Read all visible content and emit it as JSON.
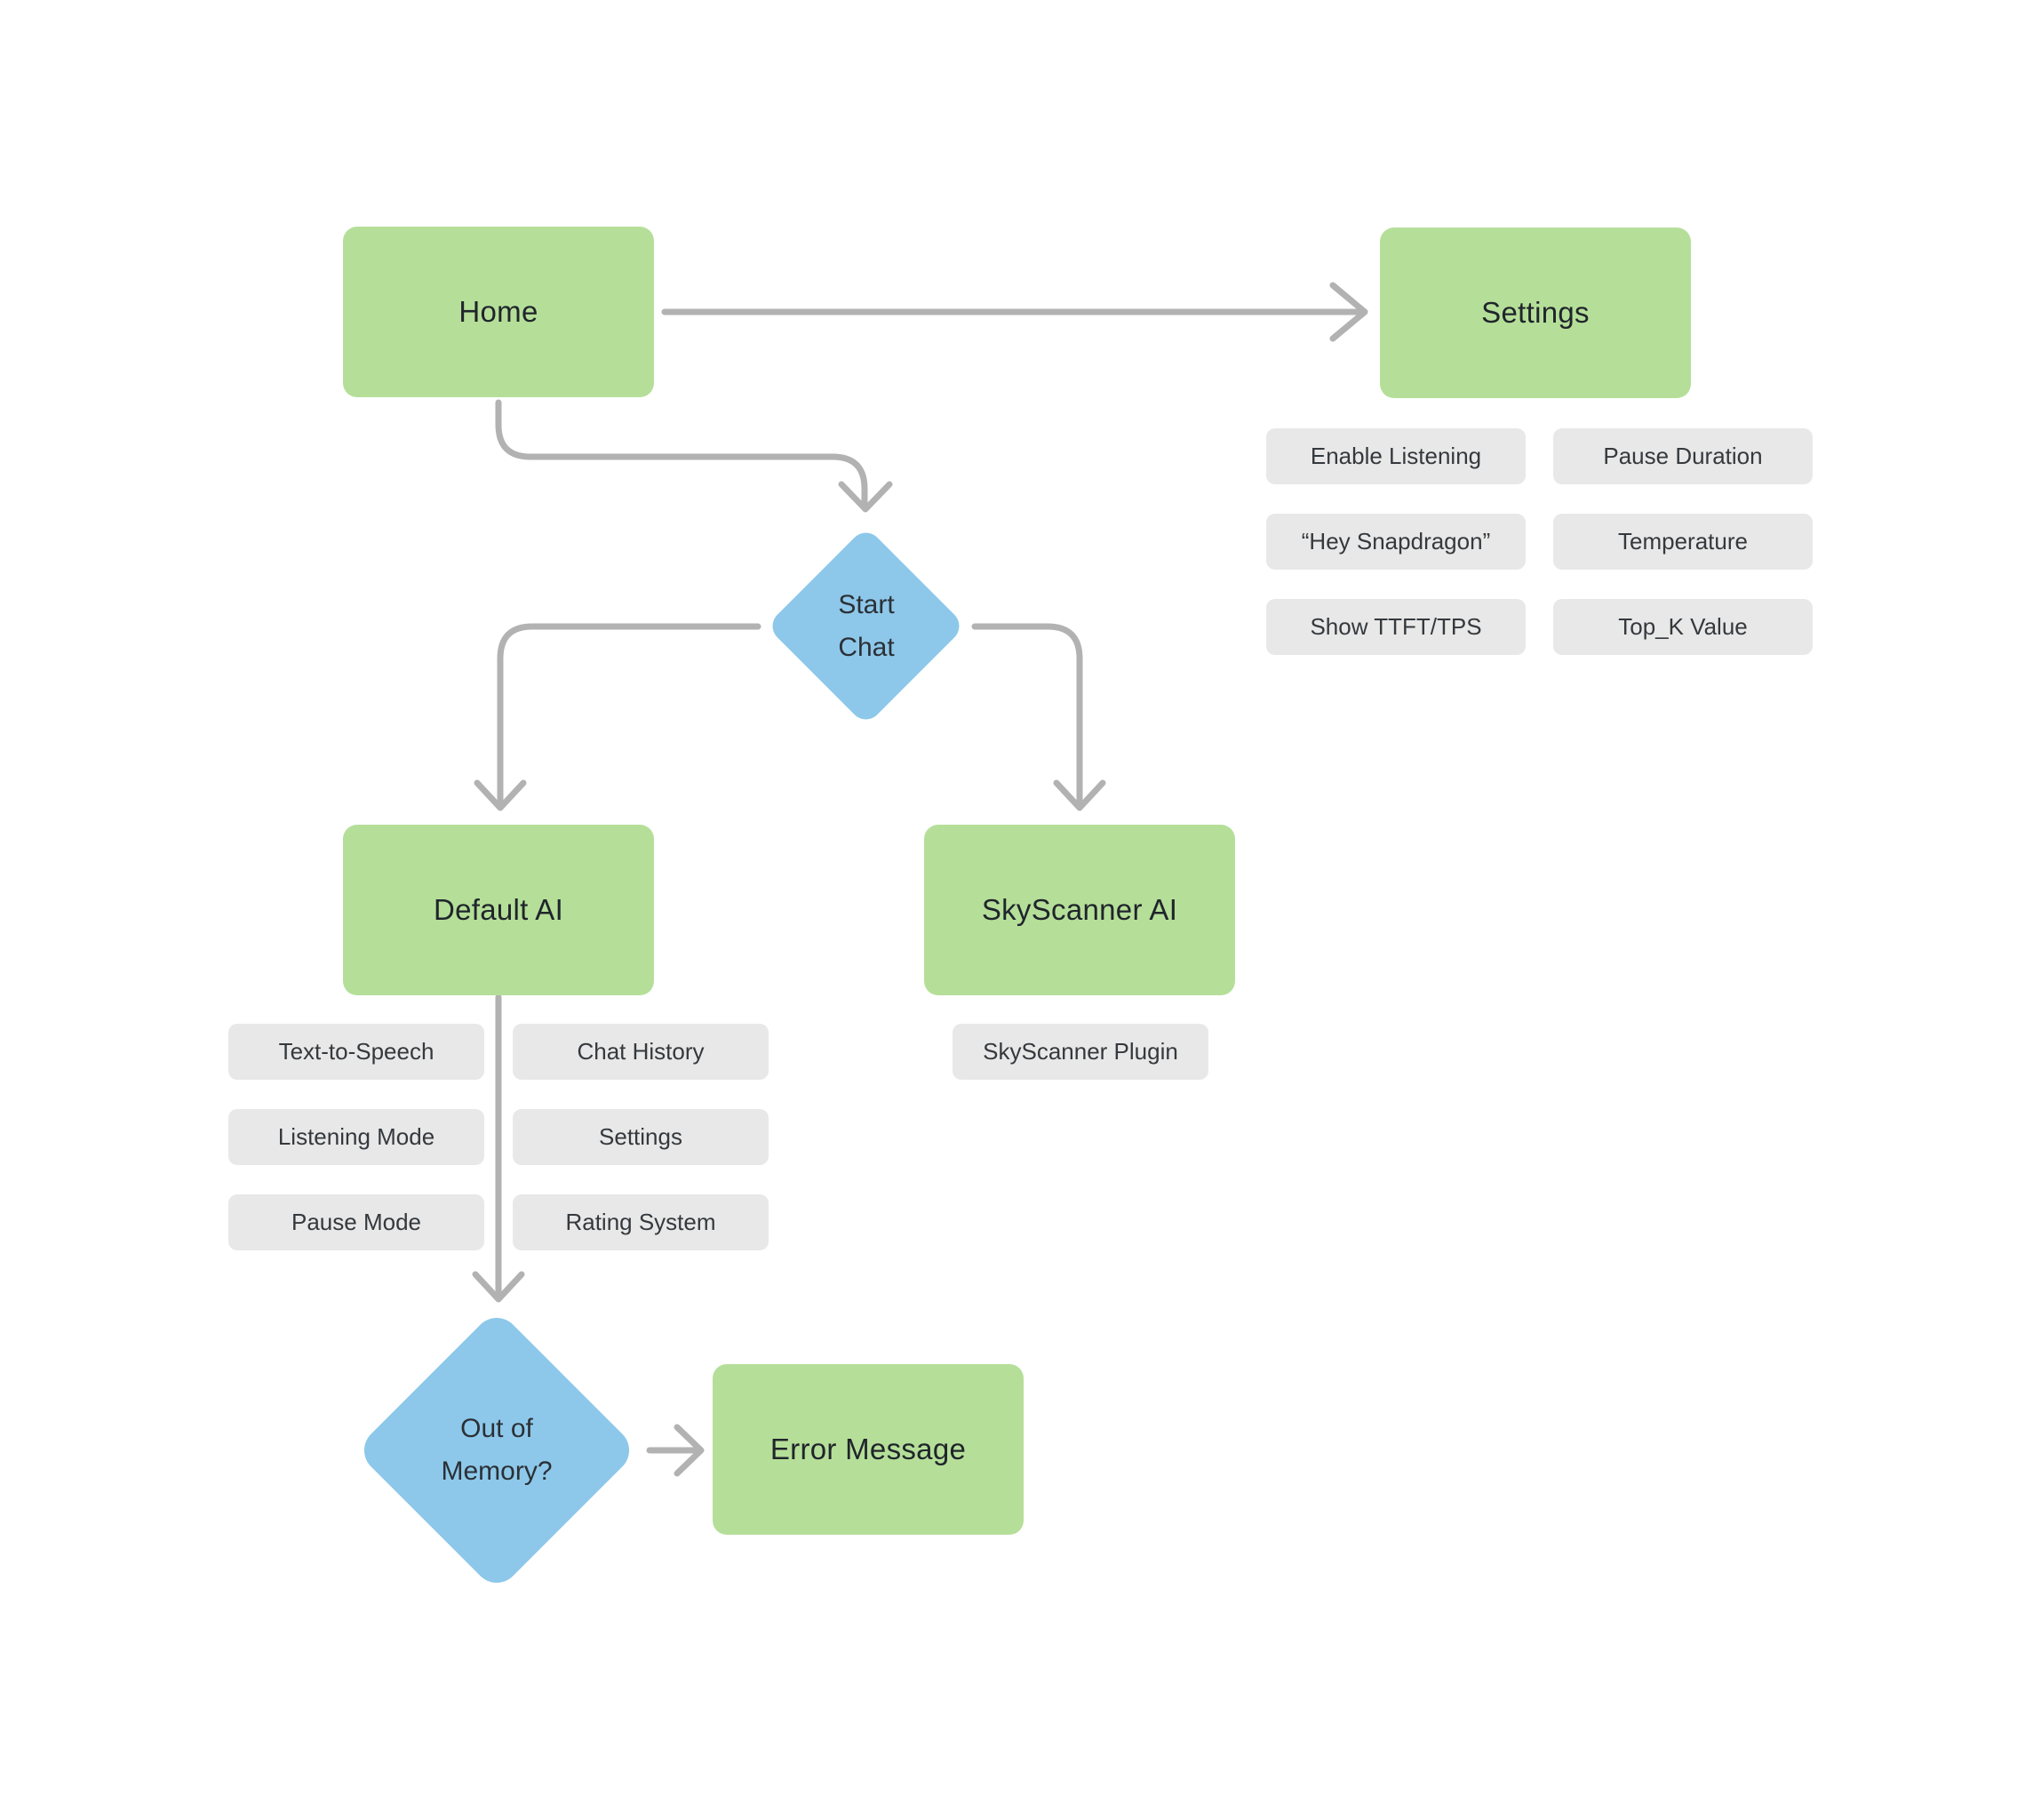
{
  "diagram": {
    "title": "",
    "type": "flowchart",
    "nodes": {
      "home": {
        "label": "Home",
        "shape": "rect",
        "color": "#b5df99"
      },
      "settings": {
        "label": "Settings",
        "shape": "rect",
        "color": "#b5df99"
      },
      "start_chat": {
        "label": "Start\nChat",
        "shape": "diamond",
        "color": "#8dc8ea"
      },
      "default_ai": {
        "label": "Default AI",
        "shape": "rect",
        "color": "#b5df99"
      },
      "skyscanner_ai": {
        "label": "SkyScanner AI",
        "shape": "rect",
        "color": "#b5df99"
      },
      "out_of_memory": {
        "label": "Out of\nMemory?",
        "shape": "diamond",
        "color": "#8dc8ea"
      },
      "error_message": {
        "label": "Error Message",
        "shape": "rect",
        "color": "#b5df99"
      }
    },
    "edges": [
      {
        "from": "home",
        "to": "settings"
      },
      {
        "from": "home",
        "to": "start_chat"
      },
      {
        "from": "start_chat",
        "to": "default_ai"
      },
      {
        "from": "start_chat",
        "to": "skyscanner_ai"
      },
      {
        "from": "default_ai",
        "to": "out_of_memory"
      },
      {
        "from": "out_of_memory",
        "to": "error_message"
      }
    ],
    "settings_options": [
      "Enable Listening",
      "Pause Duration",
      "“Hey Snapdragon”",
      "Temperature",
      "Show TTFT/TPS",
      "Top_K Value"
    ],
    "default_ai_features": [
      "Text-to-Speech",
      "Chat History",
      "Listening Mode",
      "Settings",
      "Pause Mode",
      "Rating System"
    ],
    "skyscanner_features": [
      "SkyScanner Plugin"
    ],
    "colors": {
      "process_fill": "#b5df99",
      "decision_fill": "#8dc8ea",
      "chip_fill": "#e8e8e8",
      "arrow": "#b2b2b2",
      "text": "#20252b",
      "background": "#ffffff"
    }
  }
}
